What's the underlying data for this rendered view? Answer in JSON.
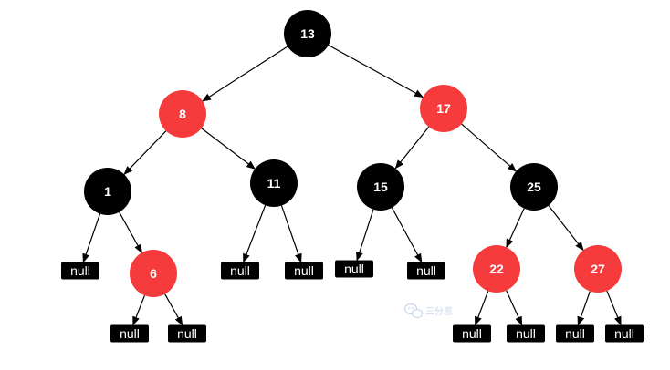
{
  "colors": {
    "red": "#f53b3b",
    "black": "#000000",
    "edge": "#000000",
    "null_fill": "#000000",
    "label": "#ffffff",
    "watermark": "#c7d7ea"
  },
  "tree": {
    "nodes": [
      {
        "id": "n13",
        "label": "13",
        "color": "black"
      },
      {
        "id": "n8",
        "label": "8",
        "color": "red"
      },
      {
        "id": "n17",
        "label": "17",
        "color": "red"
      },
      {
        "id": "n1",
        "label": "1",
        "color": "black"
      },
      {
        "id": "n11",
        "label": "11",
        "color": "black"
      },
      {
        "id": "n15",
        "label": "15",
        "color": "black"
      },
      {
        "id": "n25",
        "label": "25",
        "color": "black"
      },
      {
        "id": "n6",
        "label": "6",
        "color": "red"
      },
      {
        "id": "n22",
        "label": "22",
        "color": "red"
      },
      {
        "id": "n27",
        "label": "27",
        "color": "red"
      }
    ],
    "nulls": [
      {
        "id": "null-1-left",
        "label": "null"
      },
      {
        "id": "null-6-left",
        "label": "null"
      },
      {
        "id": "null-6-right",
        "label": "null"
      },
      {
        "id": "null-11-left",
        "label": "null"
      },
      {
        "id": "null-11-right",
        "label": "null"
      },
      {
        "id": "null-15-left",
        "label": "null"
      },
      {
        "id": "null-15-right",
        "label": "null"
      },
      {
        "id": "null-22-left",
        "label": "null"
      },
      {
        "id": "null-22-right",
        "label": "null"
      },
      {
        "id": "null-27-left",
        "label": "null"
      },
      {
        "id": "null-27-right",
        "label": "null"
      }
    ],
    "edges": [
      [
        "n13",
        "n8"
      ],
      [
        "n13",
        "n17"
      ],
      [
        "n8",
        "n1"
      ],
      [
        "n8",
        "n11"
      ],
      [
        "n17",
        "n15"
      ],
      [
        "n17",
        "n25"
      ],
      [
        "n1",
        "null-1-left"
      ],
      [
        "n1",
        "n6"
      ],
      [
        "n6",
        "null-6-left"
      ],
      [
        "n6",
        "null-6-right"
      ],
      [
        "n11",
        "null-11-left"
      ],
      [
        "n11",
        "null-11-right"
      ],
      [
        "n15",
        "null-15-left"
      ],
      [
        "n15",
        "null-15-right"
      ],
      [
        "n25",
        "n22"
      ],
      [
        "n25",
        "n27"
      ],
      [
        "n22",
        "null-22-left"
      ],
      [
        "n22",
        "null-22-right"
      ],
      [
        "n27",
        "null-27-left"
      ],
      [
        "n27",
        "null-27-right"
      ]
    ]
  },
  "watermark": {
    "text": "三分恶",
    "icon": "wechat-icon"
  }
}
